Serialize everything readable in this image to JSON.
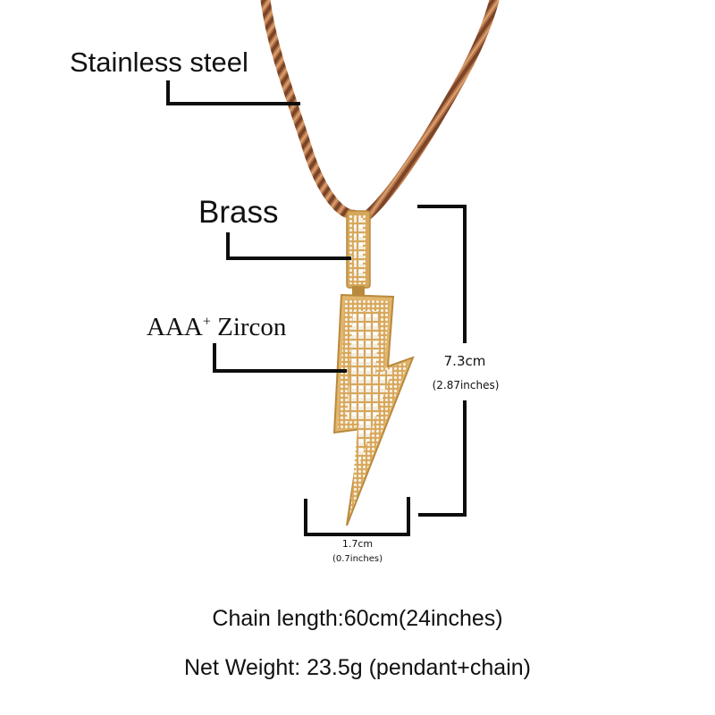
{
  "callouts": {
    "chain_material": "Stainless steel",
    "bail_material": "Brass",
    "stone_prefix": "AAA",
    "stone_superscript": "+",
    "stone_name": "Zircon"
  },
  "dimensions": {
    "height_cm": "7.3cm",
    "height_in": "(2.87inches)",
    "width_cm": "1.7cm",
    "width_in": "(0.7inches)"
  },
  "specs": {
    "chain_length": "Chain length:60cm(24inches)",
    "net_weight": "Net Weight: 23.5g (pendant+chain)"
  },
  "colors": {
    "background": "#ffffff",
    "chain": "#b8764a",
    "chain_shadow": "#7a4528",
    "gold": "#e2b56c",
    "gold_dark": "#b98a3e",
    "stone": "#f3ece0",
    "line": "#0d0d0d"
  }
}
